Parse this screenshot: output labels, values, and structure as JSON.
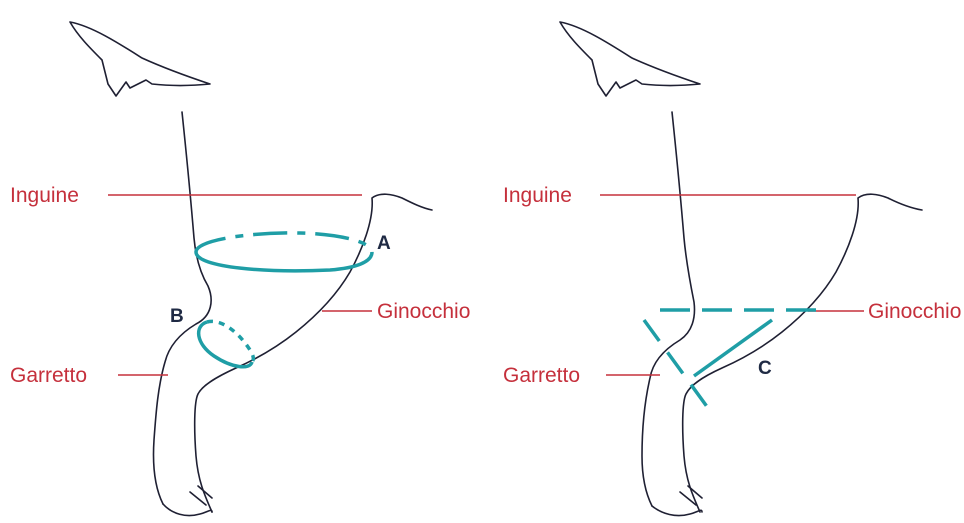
{
  "colors": {
    "label": "#c5303c",
    "measure_line": "#1f9ea6",
    "outline": "#1f2033",
    "marker": "#1f2a44"
  },
  "left_panel": {
    "labels": {
      "groin": "Inguine",
      "knee": "Ginocchio",
      "hock": "Garretto"
    },
    "markers": {
      "a": "A",
      "b": "B"
    }
  },
  "right_panel": {
    "labels": {
      "groin": "Inguine",
      "knee": "Ginocchio",
      "hock": "Garretto"
    },
    "markers": {
      "c": "C"
    }
  }
}
